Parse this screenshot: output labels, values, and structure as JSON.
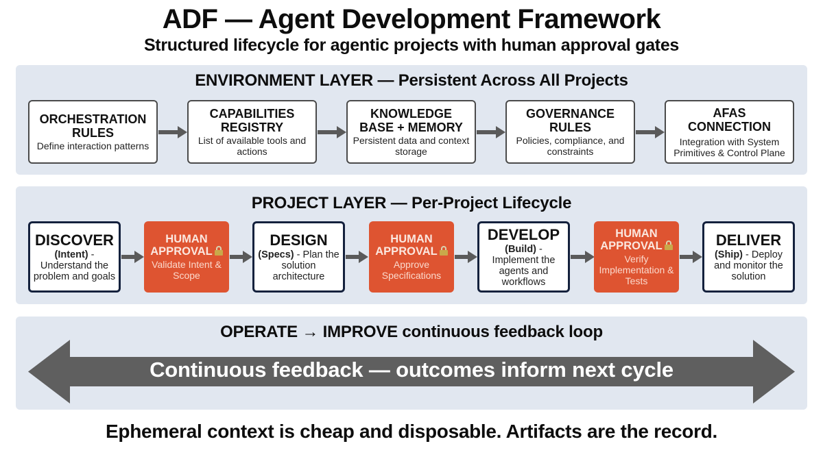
{
  "header": {
    "title": "ADF — Agent Development Framework",
    "subtitle": "Structured lifecycle for agentic projects with human approval gates"
  },
  "environment_layer": {
    "title": "ENVIRONMENT LAYER — Persistent Across All Projects",
    "boxes": [
      {
        "title": "ORCHESTRATION RULES",
        "desc": "Define interaction patterns"
      },
      {
        "title": "CAPABILITIES REGISTRY",
        "desc": "List of available tools and actions"
      },
      {
        "title": "KNOWLEDGE BASE + MEMORY",
        "desc": "Persistent data and context storage"
      },
      {
        "title": "GOVERNANCE RULES",
        "desc": "Policies, compliance, and constraints"
      },
      {
        "title": "AFAS CONNECTION",
        "desc": "Integration with System Primitives & Control Plane"
      }
    ]
  },
  "project_layer": {
    "title": "PROJECT LAYER — Per-Project Lifecycle",
    "steps": [
      {
        "type": "phase",
        "title": "DISCOVER",
        "tag": "(Intent)",
        "desc": " - Understand the problem and goals"
      },
      {
        "type": "gate",
        "title": "HUMAN APPROVAL",
        "icon": "lock-icon",
        "desc": "Validate Intent & Scope"
      },
      {
        "type": "phase",
        "title": "DESIGN",
        "tag": "(Specs)",
        "desc": " - Plan the solution architecture"
      },
      {
        "type": "gate",
        "title": "HUMAN APPROVAL",
        "icon": "lock-icon",
        "desc": "Approve Specifications"
      },
      {
        "type": "phase",
        "title": "DEVELOP",
        "tag": "(Build)",
        "desc": " - Implement the agents and workflows"
      },
      {
        "type": "gate",
        "title": "HUMAN APPROVAL",
        "icon": "lock-icon",
        "desc": "Verify Implementation & Tests"
      },
      {
        "type": "phase",
        "title": "DELIVER",
        "tag": "(Ship)",
        "desc": " - Deploy and monitor the solution"
      }
    ]
  },
  "feedback_loop": {
    "title": "OPERATE → IMPROVE continuous feedback loop",
    "arrow_label": "Continuous feedback — outcomes inform next cycle"
  },
  "footer": {
    "text": "Ephemeral context is cheap and disposable. Artifacts are the record."
  },
  "colors": {
    "panel_bg": "#e1e7f0",
    "gate_orange": "#de5431",
    "phase_border": "#14213d",
    "env_border": "#4a4a4a",
    "arrow_gray": "#5a5a5a"
  }
}
